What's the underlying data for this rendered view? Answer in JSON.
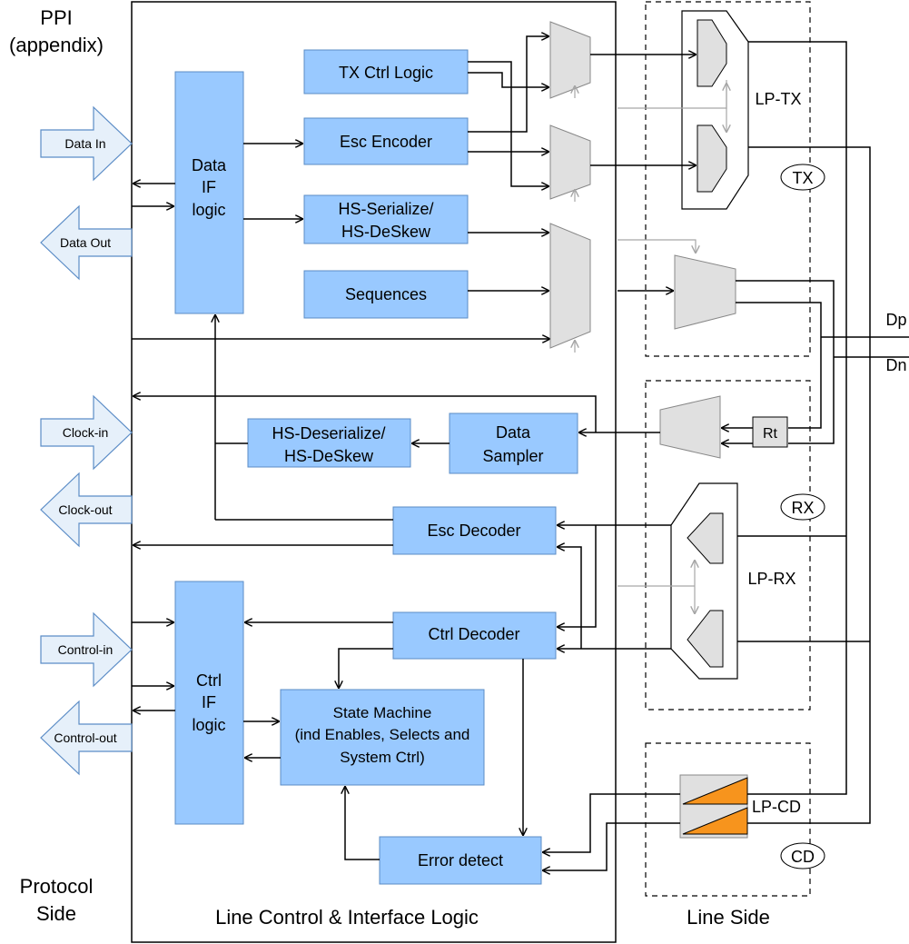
{
  "labels": {
    "ppi": "PPI",
    "appendix": "(appendix)",
    "protocol_side": "Protocol",
    "protocol_side_2": "Side",
    "line_control": "Line Control & Interface Logic",
    "line_side": "Line Side",
    "dp": "Dp",
    "dn": "Dn"
  },
  "ports": {
    "data_in": "Data In",
    "data_out": "Data Out",
    "clock_in": "Clock-in",
    "clock_out": "Clock-out",
    "control_in": "Control-in",
    "control_out": "Control-out"
  },
  "blocks": {
    "data_if_1": "Data",
    "data_if_2": "IF",
    "data_if_3": "logic",
    "tx_ctrl": "TX Ctrl Logic",
    "esc_encoder": "Esc Encoder",
    "hs_serialize_1": "HS-Serialize/",
    "hs_serialize_2": "HS-DeSkew",
    "sequences": "Sequences",
    "hs_deserialize_1": "HS-Deserialize/",
    "hs_deserialize_2": "HS-DeSkew",
    "data_sampler_1": "Data",
    "data_sampler_2": "Sampler",
    "esc_decoder": "Esc Decoder",
    "ctrl_decoder": "Ctrl Decoder",
    "ctrl_if_1": "Ctrl",
    "ctrl_if_2": "IF",
    "ctrl_if_3": "logic",
    "state_machine_1": "State Machine",
    "state_machine_2": "(ind Enables, Selects and",
    "state_machine_3": "System Ctrl)",
    "error_detect": "Error detect",
    "rt": "Rt"
  },
  "line_blocks": {
    "lp_tx": "LP-TX",
    "tx": "TX",
    "rx": "RX",
    "lp_rx": "LP-RX",
    "lp_cd": "LP-CD",
    "cd": "CD"
  },
  "colors": {
    "block_fill": "#99c9ff",
    "port_fill": "#e6f0fa",
    "mux_fill": "#e0e0e0",
    "cd_fill": "#f7941d",
    "gray_line": "#a6a6a6"
  }
}
